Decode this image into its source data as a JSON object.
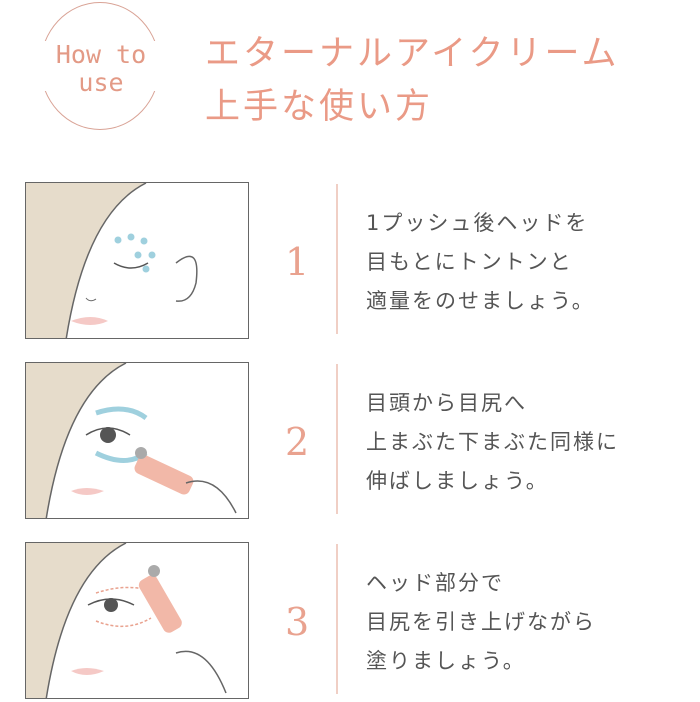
{
  "badge": {
    "line1": "How to",
    "line2": "use"
  },
  "title": {
    "line1": "エターナルアイクリーム",
    "line2": "上手な使い方"
  },
  "steps": [
    {
      "number": "1",
      "lines": [
        "1プッシュ後ヘッドを",
        "目もとにトントンと",
        "適量をのせましょう。"
      ]
    },
    {
      "number": "2",
      "lines": [
        "目頭から目尻へ",
        "上まぶた下まぶた同様に",
        "伸ばしましょう。"
      ]
    },
    {
      "number": "3",
      "lines": [
        "ヘッド部分で",
        "目尻を引き上げながら",
        "塗りましょう。"
      ]
    }
  ],
  "colors": {
    "accent": "#ea9a86",
    "divider": "#f0cfc5",
    "text": "#555555",
    "hair": "#e6dccb",
    "cream": "#9fd0de"
  }
}
